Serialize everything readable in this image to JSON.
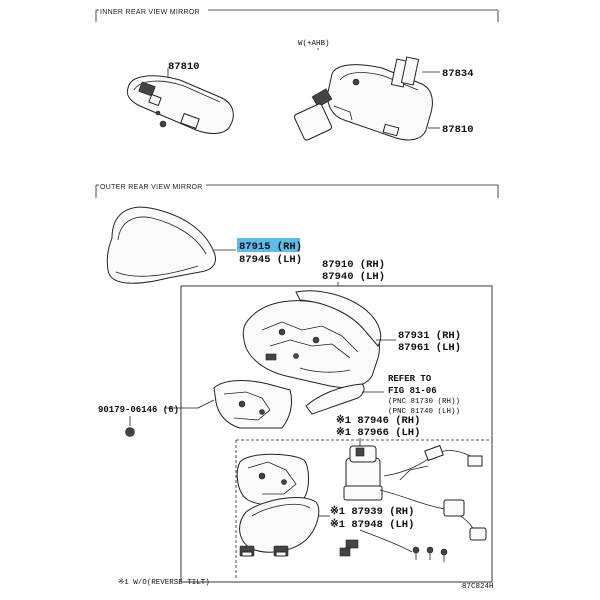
{
  "sections": {
    "inner": "INNER REAR VIEW MIRROR",
    "outer": "OUTER REAR VIEW MIRROR"
  },
  "inner_note": "W(+AHB)",
  "parts": {
    "p87810_a": "87810",
    "p87834": "87834",
    "p87810_b": "87810",
    "p87915": "87915 (RH)",
    "p87945": "87945 (LH)",
    "p87910": "87910 (RH)",
    "p87940": "87940 (LH)",
    "p87931": "87931 (RH)",
    "p87961": "87961 (LH)",
    "p90179": "90179-06146 (6)",
    "p87946": "※1 87946 (RH)",
    "p87966": "※1 87966 (LH)",
    "p87939": "※1 87939 (RH)",
    "p87948": "※1 87948 (LH)"
  },
  "refer": {
    "line1": "REFER TO",
    "line2": "FIG 81-06",
    "line3": "(PNC 81730 (RH))",
    "line4": "(PNC 81740 (LH))"
  },
  "footnote": "※1 W/O(REVERSE TILT)",
  "figure_code": "87C824H",
  "highlight_color": "#5dbbe8"
}
